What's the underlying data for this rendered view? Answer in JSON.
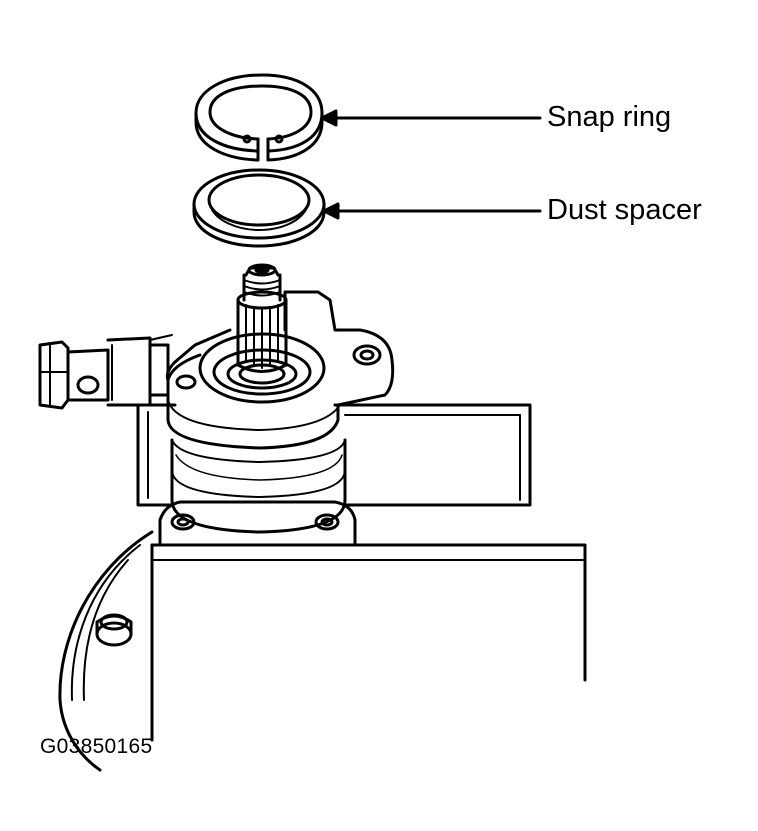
{
  "labels": {
    "snap_ring": "Snap ring",
    "dust_spacer": "Dust spacer"
  },
  "figure_code": "G03850165",
  "colors": {
    "line": "#000000",
    "background": "#ffffff"
  }
}
